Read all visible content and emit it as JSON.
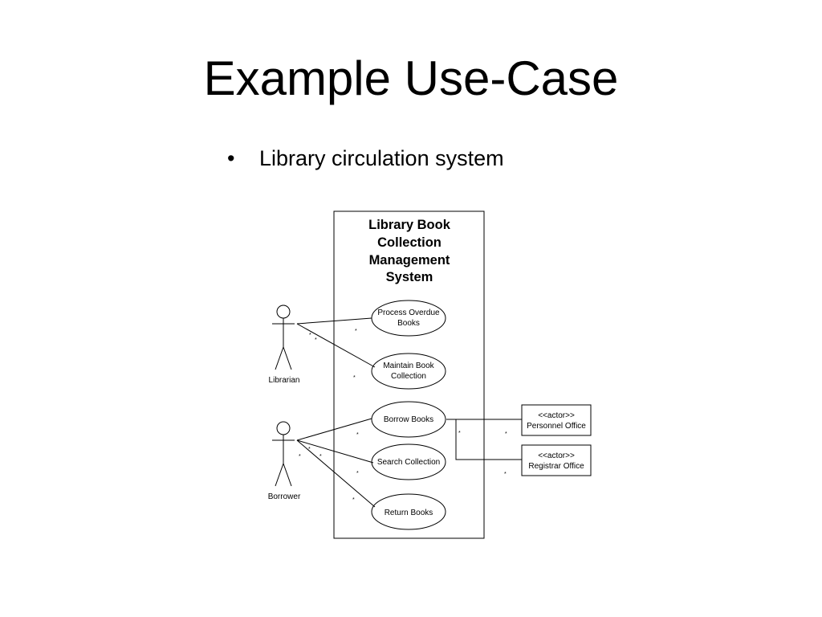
{
  "slide": {
    "title": "Example Use-Case",
    "bullet": "•",
    "bullet_text": "Library circulation system"
  },
  "diagram": {
    "system_title": [
      "Library Book",
      "Collection",
      "Management",
      "System"
    ],
    "actors": {
      "librarian": "Librarian",
      "borrower": "Borrower"
    },
    "use_cases": {
      "process_overdue": [
        "Process Overdue",
        "Books"
      ],
      "maintain_book": [
        "Maintain Book",
        "Collection"
      ],
      "borrow_books": [
        "Borrow Books"
      ],
      "search_collection": [
        "Search Collection"
      ],
      "return_books": [
        "Return Books"
      ]
    },
    "external_actors": {
      "personnel_office": [
        "<<actor>>",
        "Personnel Office"
      ],
      "registrar_office": [
        "<<actor>>",
        "Registrar Office"
      ]
    },
    "multiplicity": "*"
  }
}
